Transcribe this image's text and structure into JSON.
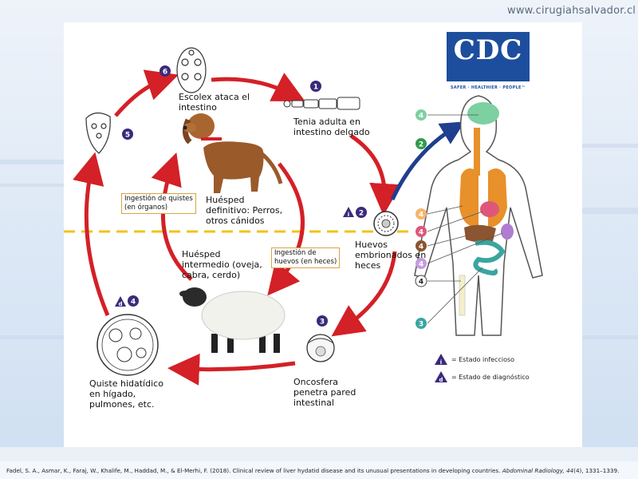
{
  "header": {
    "site_url": "www.cirugiahsalvador.cl"
  },
  "logo": {
    "text": "CDC",
    "tagline": "SAFER · HEALTHIER · PEOPLE™"
  },
  "stages": {
    "s1": "Tenia adulta en\nintestino delgado",
    "s2": "Huevos\nembrionados en\nheces",
    "s3": "Oncosfera\npenetra pared\nintestinal",
    "s4": "Quiste hidatídico\nen hígado,\npulmones, etc.",
    "s6": "Escolex ataca el\nintestino"
  },
  "numbers": {
    "n1": "1",
    "n2": "2",
    "n3": "3",
    "n4": "4",
    "n5": "5",
    "n6": "6"
  },
  "hosts": {
    "definitive": "Huésped\ndefinitivo: Perros,\notros cánidos",
    "intermediate": "Huésped\nintermedio (oveja,\ncabra, cerdo)"
  },
  "boxes": {
    "cysts": "Ingestión de quistes\n(en órganos)",
    "eggs": "Ingestión de\nhuevos (en heces)"
  },
  "legend": {
    "infective": "= Estado infeccioso",
    "diagnostic": "= Estado de diagnóstico",
    "i": "i",
    "d": "d"
  },
  "colors": {
    "cycle_arrow": "#d42027",
    "human_arrow": "#1f3f8f",
    "divider": "#f2c21b",
    "badge": "#3b2a7a"
  },
  "citation": {
    "text": "Fadel, S. A., Asmar, K., Faraj, W., Khalife, M., Haddad, M., & El-Merhi, F. (2018). Clinical review of liver hydatid disease and its unusual presentations in developing countries. ",
    "journal": "Abdominal Radiology, 44",
    "rest": "(4), 1331–1339."
  }
}
